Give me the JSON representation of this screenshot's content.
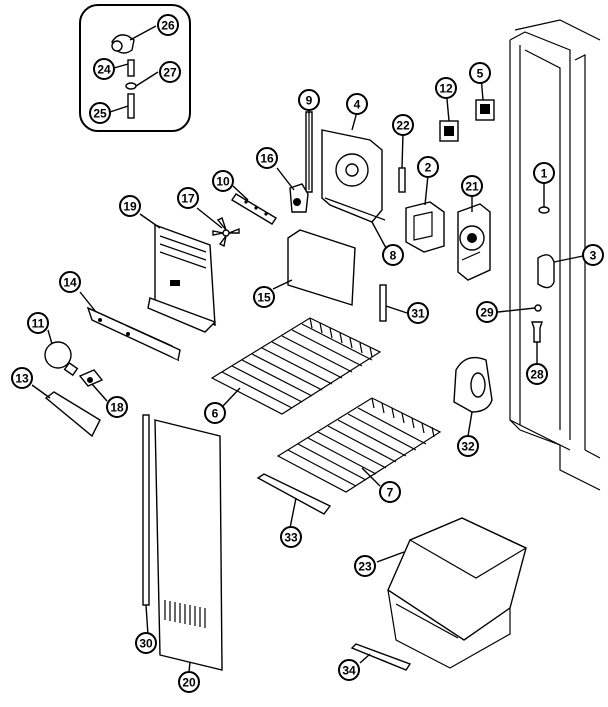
{
  "diagram": {
    "callouts": [
      {
        "id": "c26",
        "label": "26"
      },
      {
        "id": "c24",
        "label": "24"
      },
      {
        "id": "c27",
        "label": "27"
      },
      {
        "id": "c25",
        "label": "25"
      },
      {
        "id": "c12",
        "label": "12"
      },
      {
        "id": "c5",
        "label": "5"
      },
      {
        "id": "c9",
        "label": "9"
      },
      {
        "id": "c4",
        "label": "4"
      },
      {
        "id": "c22",
        "label": "22"
      },
      {
        "id": "c16",
        "label": "16"
      },
      {
        "id": "c2",
        "label": "2"
      },
      {
        "id": "c1",
        "label": "1"
      },
      {
        "id": "c10",
        "label": "10"
      },
      {
        "id": "c17",
        "label": "17"
      },
      {
        "id": "c21",
        "label": "21"
      },
      {
        "id": "c19",
        "label": "19"
      },
      {
        "id": "c8",
        "label": "8"
      },
      {
        "id": "c3",
        "label": "3"
      },
      {
        "id": "c15",
        "label": "15"
      },
      {
        "id": "c14",
        "label": "14"
      },
      {
        "id": "c31",
        "label": "31"
      },
      {
        "id": "c29",
        "label": "29"
      },
      {
        "id": "c11",
        "label": "11"
      },
      {
        "id": "c28",
        "label": "28"
      },
      {
        "id": "c13",
        "label": "13"
      },
      {
        "id": "c18",
        "label": "18"
      },
      {
        "id": "c6",
        "label": "6"
      },
      {
        "id": "c32",
        "label": "32"
      },
      {
        "id": "c7",
        "label": "7"
      },
      {
        "id": "c33",
        "label": "33"
      },
      {
        "id": "c23",
        "label": "23"
      },
      {
        "id": "c30",
        "label": "30"
      },
      {
        "id": "c34",
        "label": "34"
      },
      {
        "id": "c20",
        "label": "20"
      }
    ]
  }
}
